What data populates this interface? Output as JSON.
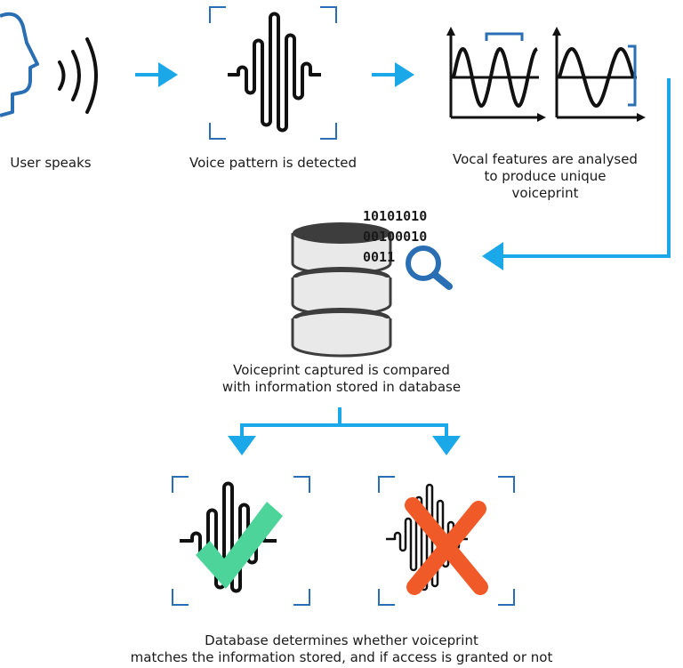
{
  "steps": {
    "user_speaks": "User speaks",
    "pattern_detected": "Voice pattern is detected",
    "features_analysed": "Vocal features are analysed\nto produce unique\nvoiceprint",
    "compared": "Voiceprint captured is compared\nwith information stored in database",
    "determines": "Database determines whether voiceprint\nmatches the information stored, and if access is granted or not"
  },
  "binary": [
    "10101010",
    "00100010",
    "0011"
  ],
  "colors": {
    "accent": "#1ba8e8",
    "bracket": "#2a6fb3",
    "ink": "#111111",
    "check": "#4cd49a",
    "cross": "#f05a28",
    "db_dark": "#3d3d3d",
    "db_light": "#e9e9e9"
  },
  "icons": [
    "head-icon",
    "sound-waves-icon",
    "waveform-icon",
    "sine-chart-icons",
    "database-icon",
    "magnifier-icon",
    "checkmark-icon",
    "cross-icon"
  ]
}
